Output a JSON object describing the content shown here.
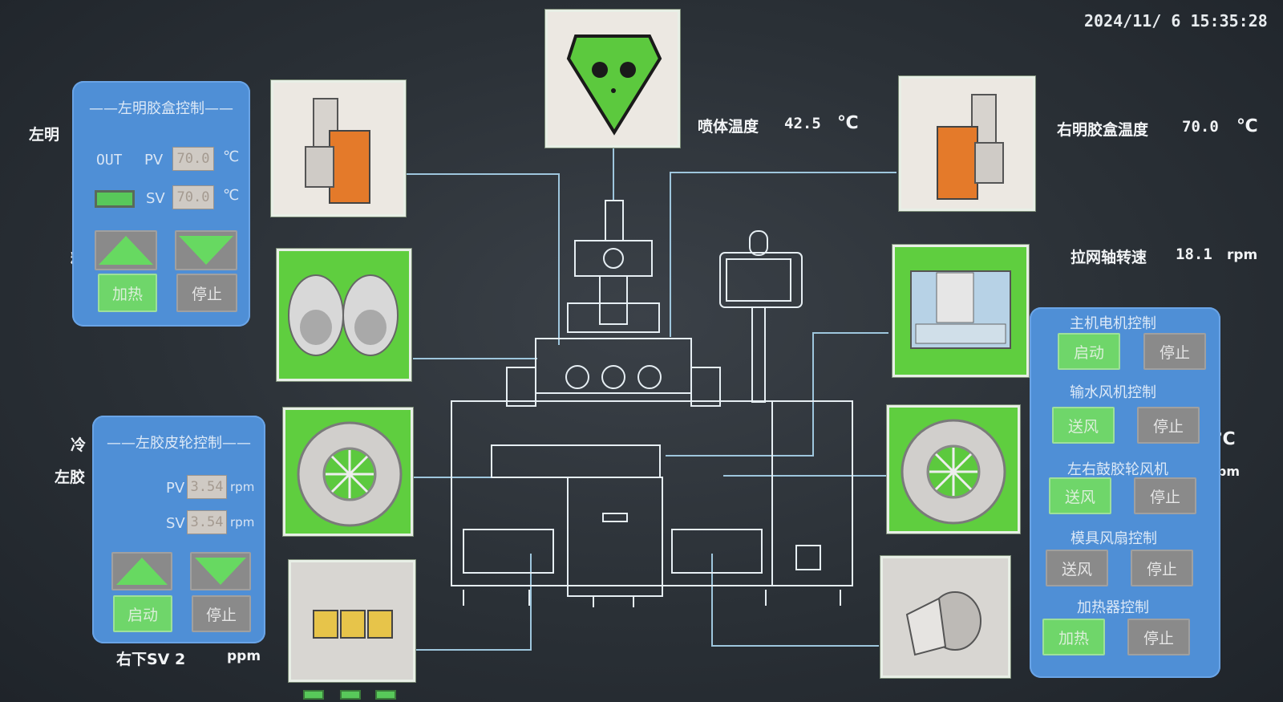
{
  "clock": "2024/11/ 6  15:35:28",
  "labels": {
    "nozzle_temp": "喷体温度",
    "nozzle_temp_value": "42.5",
    "nozzle_temp_unit": "℃",
    "right_box_temp": "右明胶盒温度",
    "right_box_temp_value": "70.0",
    "right_box_temp_unit": "℃",
    "pull_speed": "拉网轴转速",
    "pull_speed_value": "18.1",
    "pull_speed_unit": "rpm",
    "left_cut": "左明",
    "left_mid": "冷",
    "left_wheel_cut": "左胶",
    "left_small": "料",
    "right_lower_sv": "右下SV 2",
    "right_lower_unit": "ppm",
    "right_cut_unit1": "℃",
    "right_cut_unit2": "rpm"
  },
  "left_box_panel": {
    "title": "——左明胶盒控制——",
    "out_label": "OUT",
    "pv_label": "PV",
    "pv_value": "70.0",
    "sv_label": "SV",
    "sv_value": "70.0",
    "unit": "℃",
    "heat_label": "加热",
    "stop_label": "停止"
  },
  "left_wheel_panel": {
    "title": "——左胶皮轮控制——",
    "pv_label": "PV",
    "pv_value": "3.54",
    "sv_label": "SV",
    "sv_value": "3.54",
    "unit": "rpm",
    "start_label": "启动",
    "stop_label": "停止"
  },
  "right_panel": {
    "groups": [
      {
        "title": "主机电机控制",
        "on": "启动",
        "off": "停止"
      },
      {
        "title": "输水风机控制",
        "on": "送风",
        "off": "停止"
      },
      {
        "title": "左右鼓胶轮风机",
        "on": "送风",
        "off": "停止"
      },
      {
        "title": "模具风扇控制",
        "on": "送风",
        "off": "停止"
      },
      {
        "title": "加热器控制",
        "on": "加热",
        "off": "停止"
      }
    ]
  }
}
